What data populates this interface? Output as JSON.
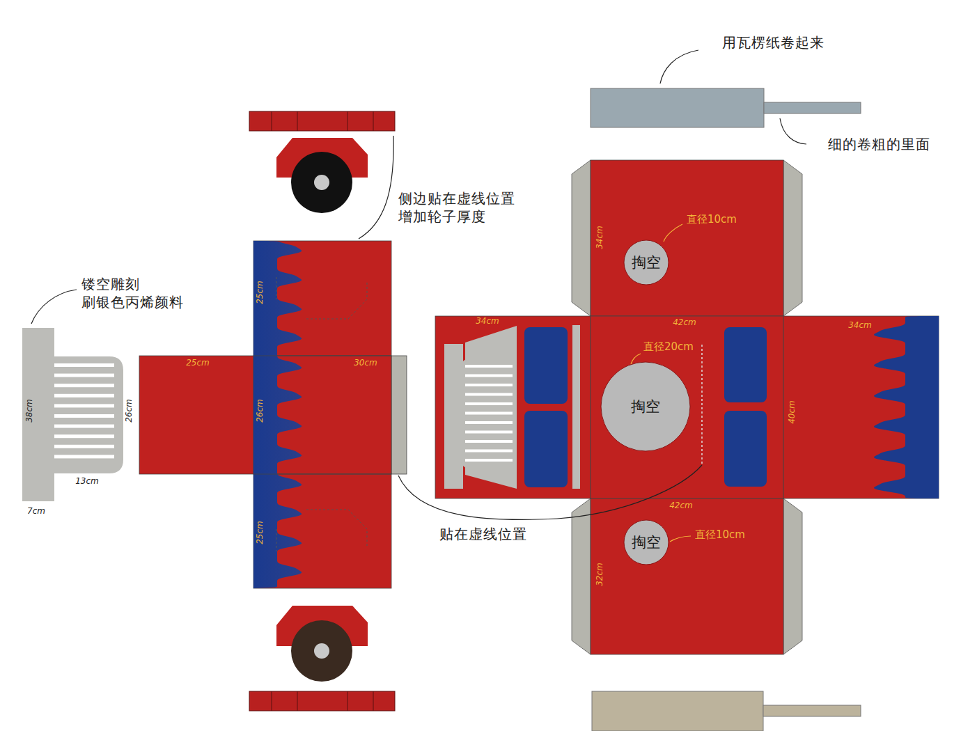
{
  "diagram": {
    "nodes": [
      {
        "text": [
          "掏空"
        ]
      },
      {
        "text": [
          "掏空"
        ]
      },
      {
        "text": [
          "掏空"
        ]
      }
    ],
    "labels": [
      "用瓦楞纸卷起来",
      "细的卷粗的里面",
      "侧边贴在虚线位置 增加轮子厚度",
      "镂空雕刻 刷银色丙烯颜料",
      "贴在虚线位置",
      "38cm",
      "26cm",
      "13cm",
      "7cm",
      "25cm",
      "30cm",
      "25cm",
      "26cm",
      "25cm",
      "34cm",
      "42cm",
      "34cm",
      "34cm",
      "直径10cm",
      "直径20cm",
      "40cm",
      "42cm",
      "直径10cm",
      "32cm"
    ]
  }
}
